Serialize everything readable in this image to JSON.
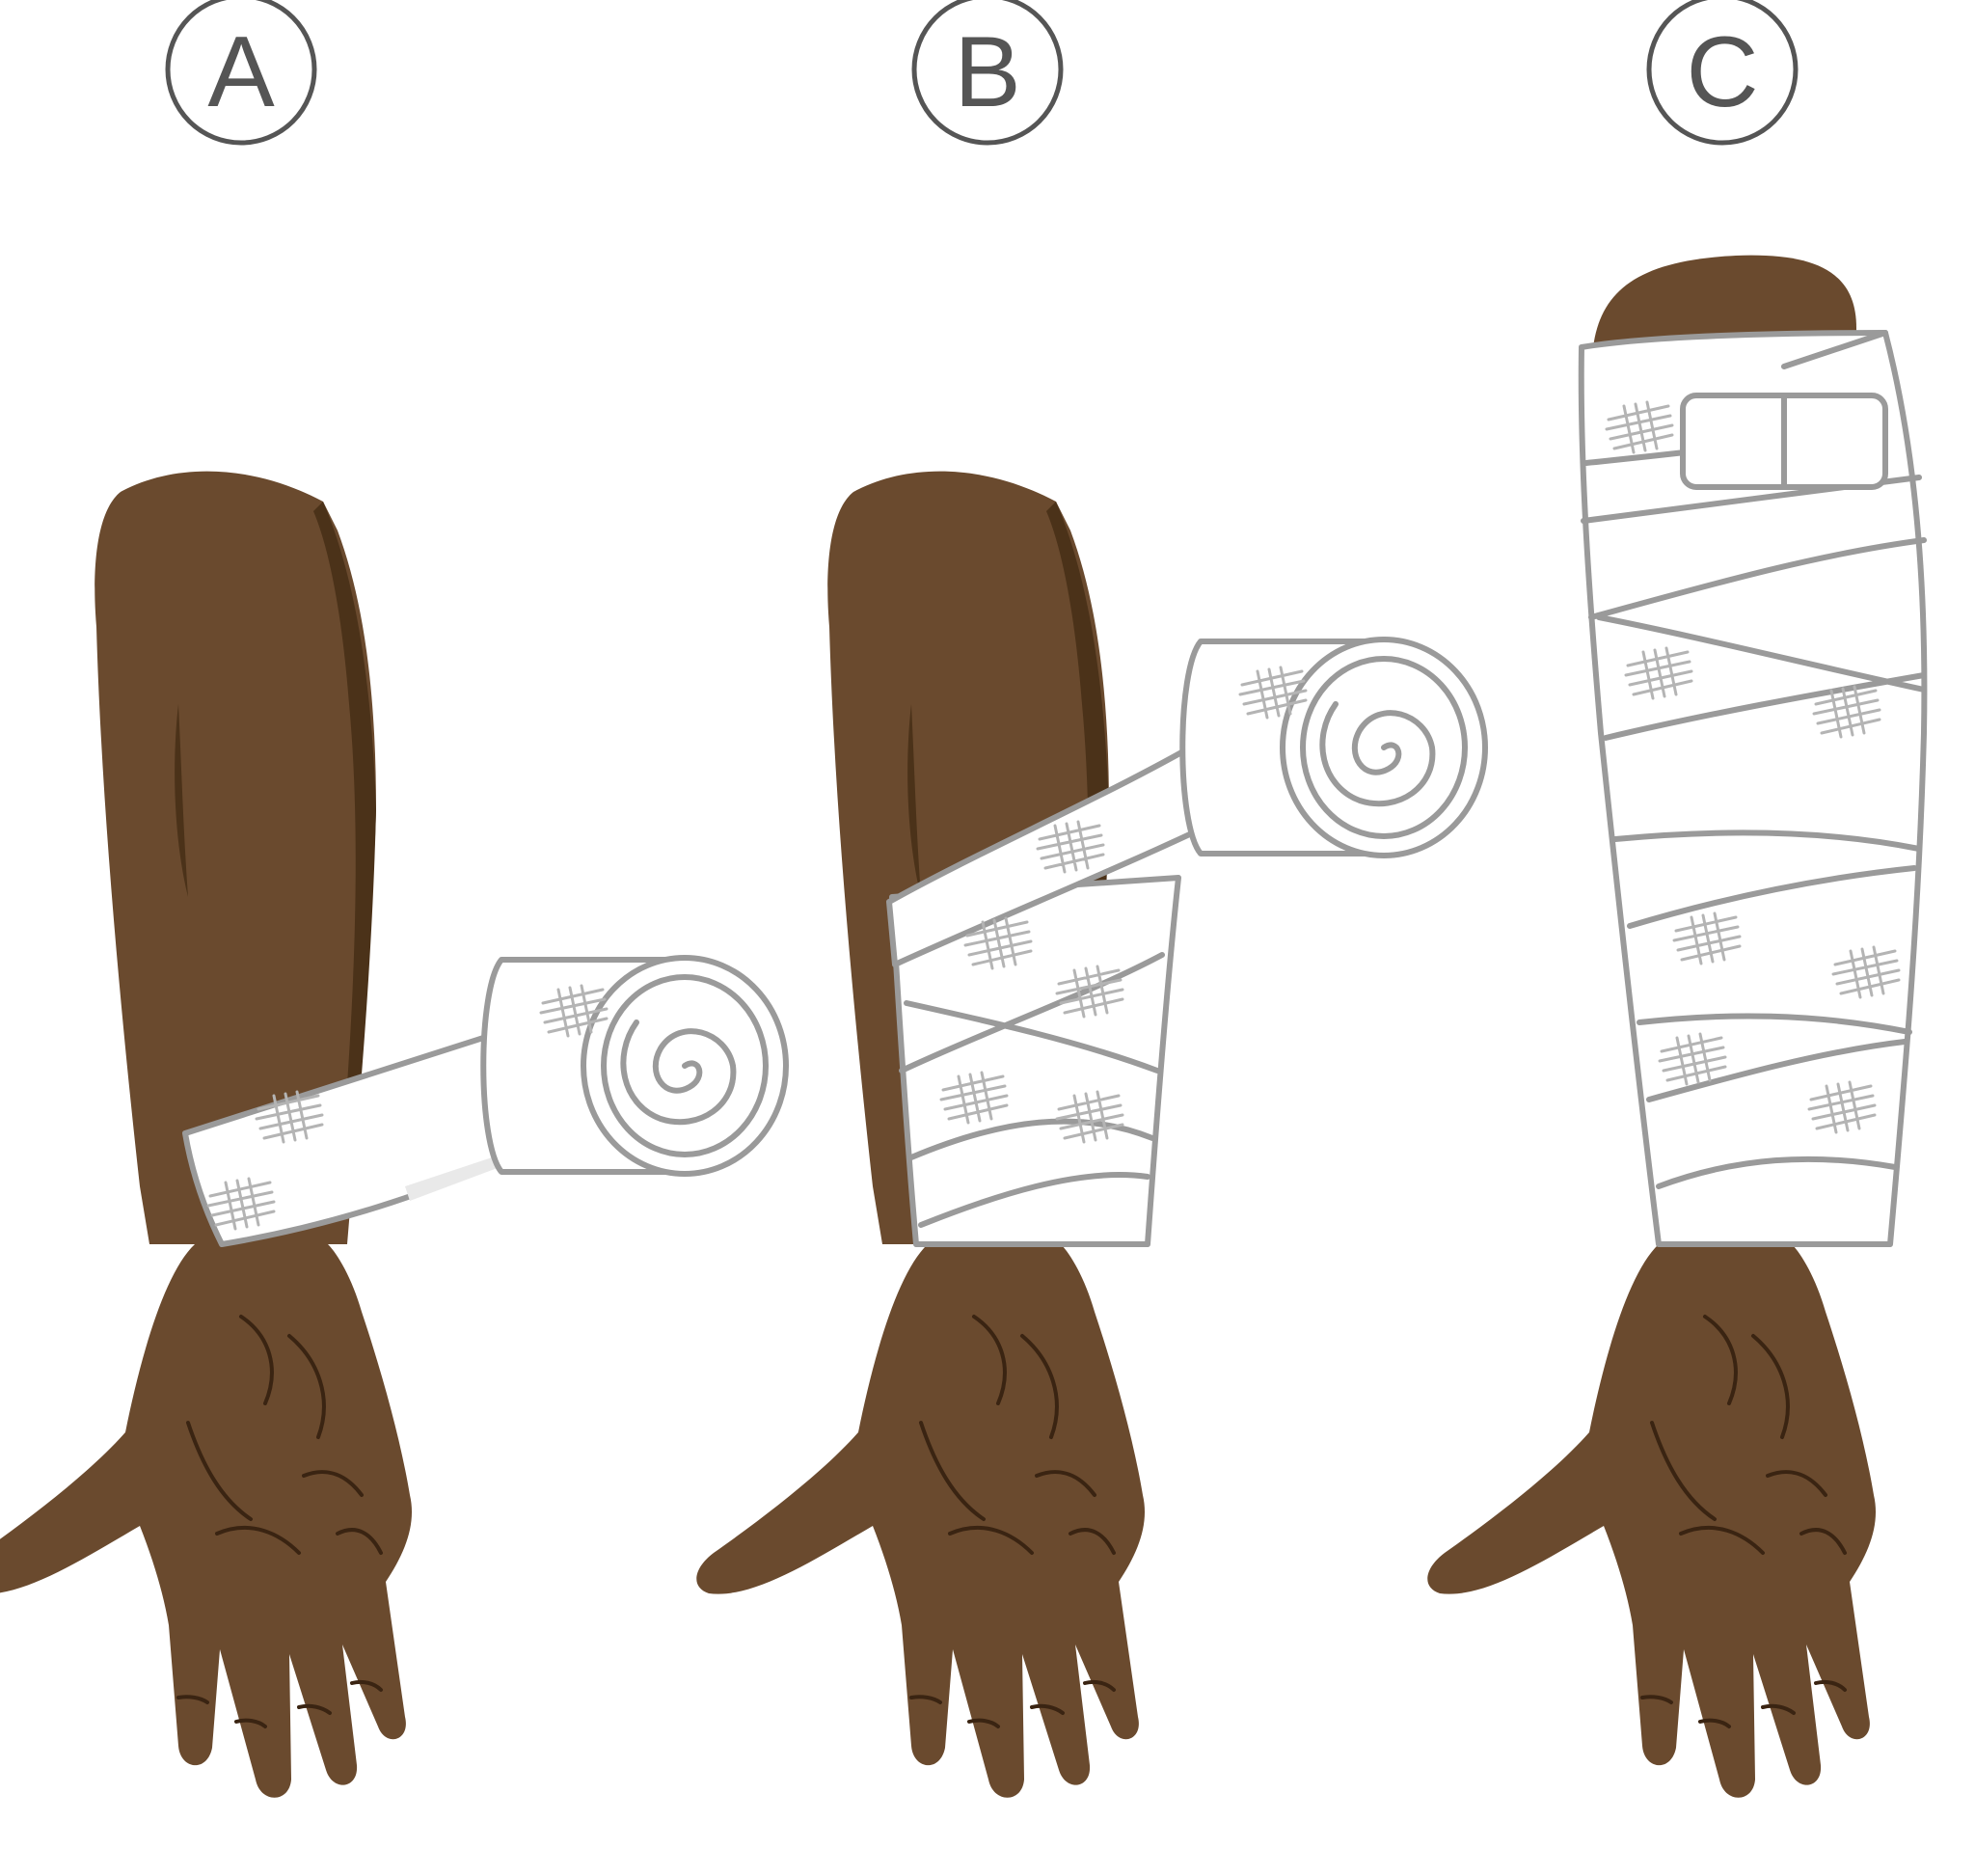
{
  "figure": {
    "steps": [
      {
        "label": "A",
        "stage": "bandage-started-at-wrist"
      },
      {
        "label": "B",
        "stage": "spiral-wrap-in-progress"
      },
      {
        "label": "C",
        "stage": "wrap-completed-and-secured"
      }
    ]
  },
  "colors": {
    "skin": "#6a4a2e",
    "skin_shadow": "#4b3219",
    "skin_line": "#3a2412",
    "bandage": "#ffffff",
    "bandage_shade": "#e9e9e9",
    "bandage_outline": "#9a9a9a",
    "gauze_texture": "#b4b4b4",
    "label_ink": "#555555"
  }
}
